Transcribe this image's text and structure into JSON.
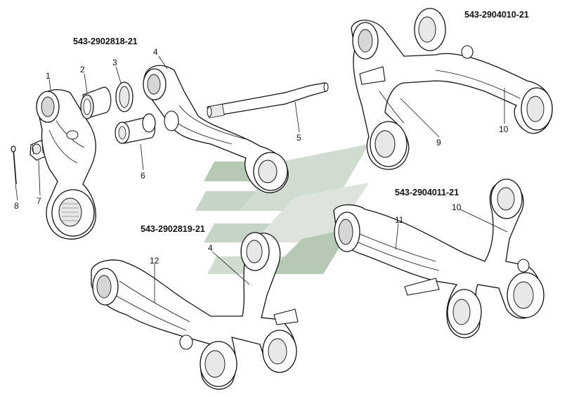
{
  "assemblies": [
    {
      "id": "a1",
      "code": "543-2902818-21"
    },
    {
      "id": "a2",
      "code": "543-2904010-21"
    },
    {
      "id": "a3",
      "code": "543-2904011-21"
    },
    {
      "id": "a4",
      "code": "543-2902819-21"
    }
  ],
  "callouts": [
    "1",
    "2",
    "3",
    "4",
    "5",
    "6",
    "7",
    "8",
    "9",
    "10",
    "10",
    "11",
    "12",
    "4"
  ],
  "watermark": {
    "colors": [
      "#9bb59b",
      "#c9d6c9"
    ]
  }
}
